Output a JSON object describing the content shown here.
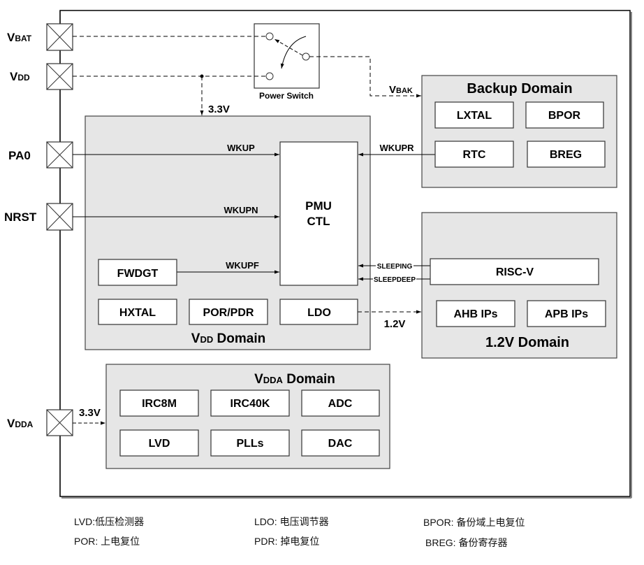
{
  "pins": {
    "vbat": {
      "main": "V",
      "sub": "BAT"
    },
    "vdd": {
      "main": "V",
      "sub": "DD"
    },
    "pa0": "PA0",
    "nrst": "NRST",
    "vdda": {
      "main": "V",
      "sub": "DDA"
    }
  },
  "power_switch": {
    "label": "Power Switch"
  },
  "signals": {
    "vdd_3v3": "3.3V",
    "vbak": {
      "main": "V",
      "sub": "BAK"
    },
    "wkup": "WKUP",
    "wkupn": "WKUPN",
    "wkupf": "WKUPF",
    "wkupr": "WKUPR",
    "sleeping": "SLEEPING",
    "sleepdeep": "SLEEPDEEP",
    "ldo_1v2": "1.2V",
    "vdda_3v3": "3.3V"
  },
  "domains": {
    "vdd": {
      "title_main": "V",
      "title_sub": "DD",
      "title_rest": " Domain",
      "blocks": {
        "pmu_line1": "PMU",
        "pmu_line2": "CTL",
        "fwdgt": "FWDGT",
        "hxtal": "HXTAL",
        "por_pdr": "POR/PDR",
        "ldo": "LDO"
      }
    },
    "backup": {
      "title": "Backup Domain",
      "blocks": {
        "lxtal": "LXTAL",
        "bpor": "BPOR",
        "rtc": "RTC",
        "breg": "BREG"
      }
    },
    "core": {
      "title": "1.2V Domain",
      "blocks": {
        "riscv": "RISC-V",
        "ahb": "AHB IPs",
        "apb": "APB IPs"
      }
    },
    "vdda": {
      "title_main": "V",
      "title_sub": "DDA",
      "title_rest": " Domain",
      "blocks": {
        "irc8m": "IRC8M",
        "irc40k": "IRC40K",
        "adc": "ADC",
        "lvd": "LVD",
        "plls": "PLLs",
        "dac": "DAC"
      }
    }
  },
  "legend": {
    "lvd": "LVD:低压检测器",
    "por": "POR: 上电复位",
    "ldo": "LDO: 电压调节器",
    "pdr": "PDR: 掉电复位",
    "bpor": "BPOR: 备份域上电复位",
    "breg": "BREG: 备份寄存器"
  }
}
